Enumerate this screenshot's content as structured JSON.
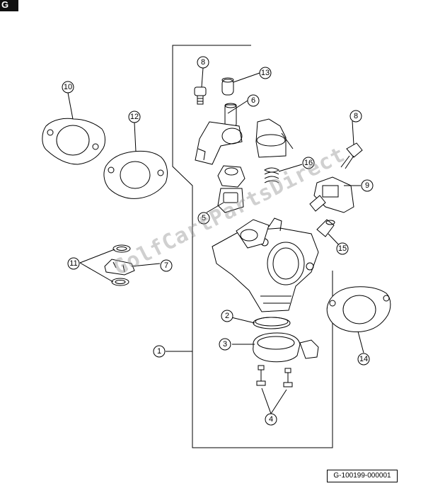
{
  "section_tab": "G",
  "figure_ref": "G-100199-000001",
  "watermark": "GolfCartPartsDirect",
  "callouts": [
    {
      "id": "callout-1",
      "label": "1"
    },
    {
      "id": "callout-2",
      "label": "2"
    },
    {
      "id": "callout-3",
      "label": "3"
    },
    {
      "id": "callout-4",
      "label": "4"
    },
    {
      "id": "callout-5",
      "label": "5"
    },
    {
      "id": "callout-6",
      "label": "6"
    },
    {
      "id": "callout-7",
      "label": "7"
    },
    {
      "id": "callout-8a",
      "label": "8"
    },
    {
      "id": "callout-8b",
      "label": "8"
    },
    {
      "id": "callout-9",
      "label": "9"
    },
    {
      "id": "callout-10",
      "label": "10"
    },
    {
      "id": "callout-11",
      "label": "11"
    },
    {
      "id": "callout-12",
      "label": "12"
    },
    {
      "id": "callout-13",
      "label": "13"
    },
    {
      "id": "callout-14",
      "label": "14"
    },
    {
      "id": "callout-15",
      "label": "15"
    },
    {
      "id": "callout-16",
      "label": "16"
    }
  ]
}
